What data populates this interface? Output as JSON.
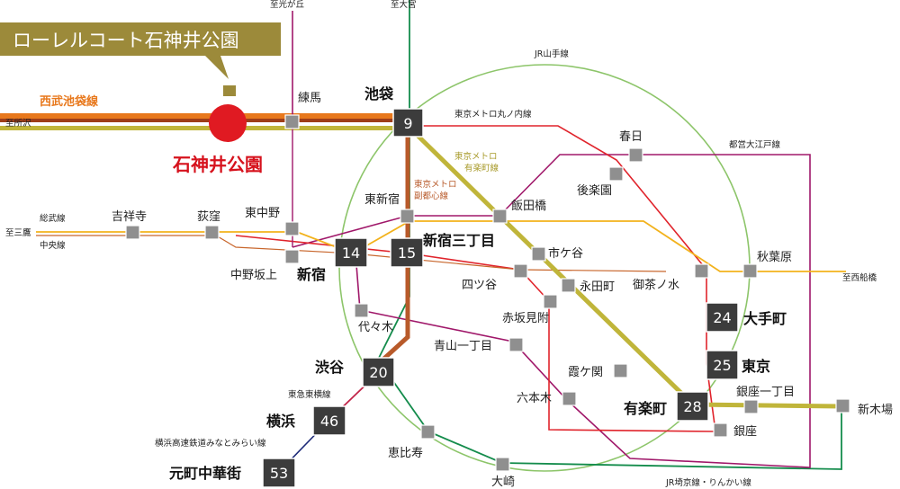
{
  "banner": {
    "title": "ローレルコート石神井公園"
  },
  "home_station": {
    "label": "石神井公園"
  },
  "directions": {
    "hikarigaoka": "至光が丘",
    "omiya": "至大宮",
    "tokorozawa": "至所沢",
    "mitaka": "至三鷹",
    "nishifunabashi": "至西船橋"
  },
  "lines": {
    "seibu_ikebukuro": "西武池袋線",
    "yamanote": "JR山手線",
    "marunouchi": "東京メトロ丸ノ内線",
    "yurakucho_1": "東京メトロ",
    "yurakucho_2": "有楽町線",
    "fukutoshin_1": "東京メトロ",
    "fukutoshin_2": "副都心線",
    "oedo": "都営大江戸線",
    "sobu": "総武線",
    "chuo": "中央線",
    "tokyu_toyoko": "東急東横線",
    "minatomirai": "横浜高速鉄道みなとみらい線",
    "keiyo_rinkai": "JR埼京線・りんかい線"
  },
  "stations": {
    "nerima": "練馬",
    "ikebukuro": "池袋",
    "kasuga": "春日",
    "korakuen": "後楽園",
    "higashi_shinjuku": "東新宿",
    "iidabashi": "飯田橋",
    "kichijoji": "吉祥寺",
    "ogikubo": "荻窪",
    "higashi_nakano": "東中野",
    "nakano_sakaue": "中野坂上",
    "shinjuku": "新宿",
    "shinjuku_sanchome": "新宿三丁目",
    "ichigaya": "市ケ谷",
    "yotsuya": "四ツ谷",
    "nagatacho": "永田町",
    "ochanomizu": "御茶ノ水",
    "akihabara": "秋葉原",
    "otemachi": "大手町",
    "akasaka_mitsuke": "赤坂見附",
    "yoyogi": "代々木",
    "aoyama_itchome": "青山一丁目",
    "tokyo": "東京",
    "kasumigaseki": "霞ケ関",
    "ginza_itchome": "銀座一丁目",
    "shibuya": "渋谷",
    "roppongi": "六本木",
    "yurakucho": "有楽町",
    "shin_kiba": "新木場",
    "ginza": "銀座",
    "yokohama": "横浜",
    "ebisu": "恵比寿",
    "motomachi_chukagai": "元町中華街",
    "osaki": "大崎"
  },
  "travel_minutes": {
    "ikebukuro": "9",
    "shinjuku": "14",
    "shinjuku_sanchome": "15",
    "shibuya": "20",
    "otemachi": "24",
    "tokyo": "25",
    "yurakucho": "28",
    "yokohama": "46",
    "motomachi_chukagai": "53"
  },
  "colors": {
    "seibu_orange": "#e8781c",
    "seibu_brown": "#9e3d18",
    "yurakucho": "#c0b53a",
    "fukutoshin": "#b85a2a",
    "yamanote": "#8dc56a",
    "marunouchi": "#e0242c",
    "oedo": "#a0186a",
    "chuo_sobu": "#f2b21c",
    "saikyo": "#148c4c",
    "minatomirai": "#1d2a78",
    "home": "#e01a22",
    "banner": "#9c8a3a"
  }
}
